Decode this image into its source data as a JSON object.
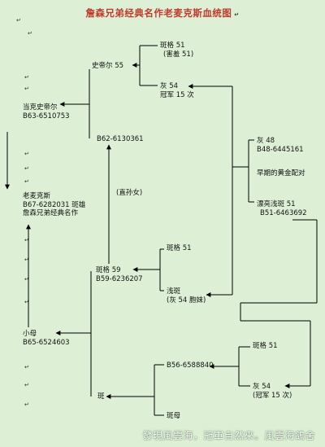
{
  "title": "詹森兄弟经典名作老麦克斯血统图",
  "nodes": {
    "lao_maikesi": [
      "老麦克斯",
      "B67-6282031 斑雄",
      "詹森兄弟经典名作"
    ],
    "dangke": [
      "当克史帝尔",
      "B63-6510753"
    ],
    "xiaomu": [
      "小母",
      "B65-6524603"
    ],
    "shidier": [
      "史帝尔 55"
    ],
    "b62": [
      "B62-6130361"
    ],
    "bange51_top": [
      "斑格 51",
      "(害羞 51)"
    ],
    "hui54_top": [
      "灰 54",
      "冠军 15 次"
    ],
    "hui48": [
      "灰 48",
      "B48-6445161"
    ],
    "zaoqi": [
      "早期的黄金配对"
    ],
    "piaoliang": [
      "漂亮浅斑 51",
      "B51-6463692"
    ],
    "zhisunnu": [
      "(直孙女)"
    ],
    "bange59": [
      "斑格 59",
      "B59-6236207"
    ],
    "bange51_mid": [
      "斑格 51"
    ],
    "qianban": [
      "浅斑",
      "(灰 54 胞妹)"
    ],
    "ban": [
      "斑"
    ],
    "b56": [
      "B56-6588840"
    ],
    "banmu": [
      "斑母"
    ],
    "bange51_bot": [
      "斑格 51"
    ],
    "hui54_bot": [
      "灰 54",
      "(冠军 15 次)"
    ]
  },
  "watermark": "發現風雲海，冠軍自然來。風雲海鴿舍",
  "colors": {
    "background": "#ddf0d5",
    "title": "#c0392b",
    "line": "#000000",
    "watermark": "#ffffff"
  }
}
